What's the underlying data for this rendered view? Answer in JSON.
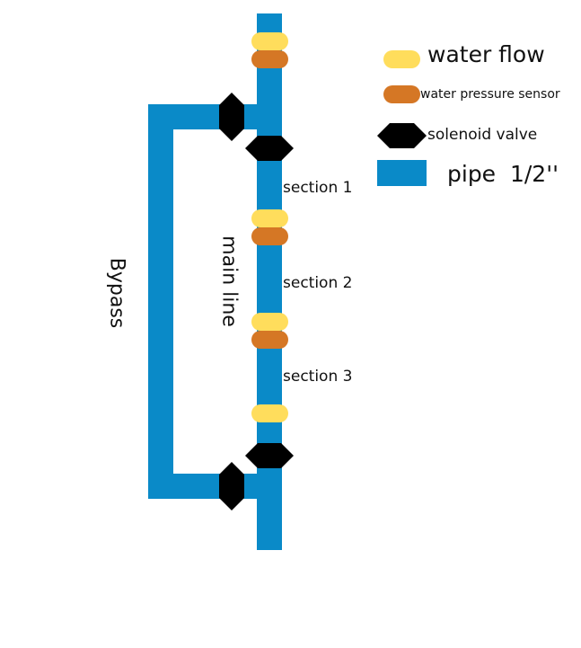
{
  "colors": {
    "pipe": "#0a8ac8",
    "water_flow": "#ffdd5c",
    "pressure_sensor": "#d57725",
    "valve": "#000000"
  },
  "labels": {
    "bypass": "Bypass",
    "main_line": "main line",
    "sections": [
      "section 1",
      "section 2",
      "section 3"
    ]
  },
  "legend": {
    "water_flow": "water flow",
    "pressure_sensor": "water pressure sensor",
    "valve": "solenoid valve",
    "pipe": "pipe  1/2''"
  }
}
